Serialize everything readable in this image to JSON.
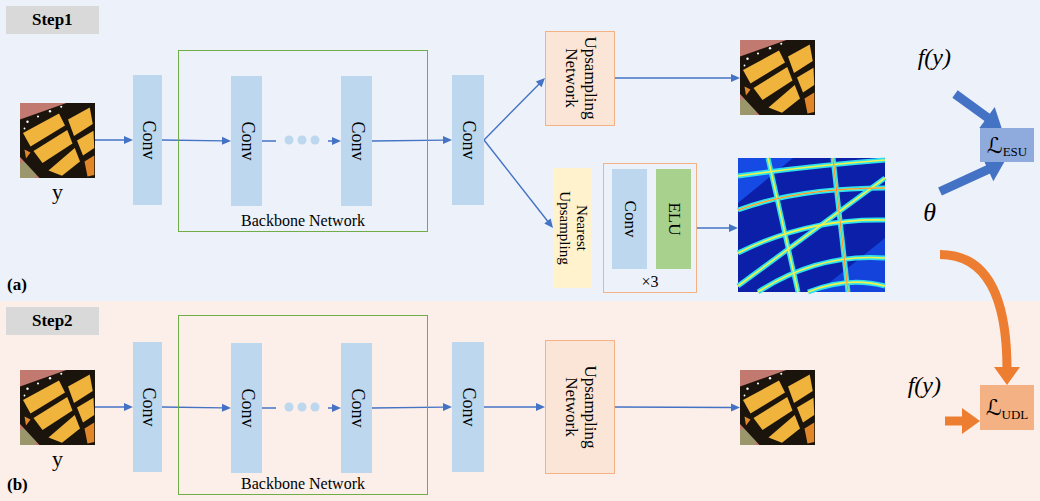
{
  "diagram": {
    "nodes": [
      {
        "text": [
          "Step1",
          "(a)"
        ]
      },
      {
        "text": [
          "y"
        ],
        "in": 0
      },
      {
        "text": [
          "Conv"
        ],
        "in": 0
      },
      {
        "text": [
          "Backbone Network"
        ],
        "in": 0
      },
      {
        "text": [
          "Conv"
        ],
        "in": 3
      },
      {
        "text": [
          "Conv"
        ],
        "in": 3
      },
      {
        "text": [
          "Conv"
        ],
        "in": 0
      },
      {
        "text": [
          "Upsampling Network"
        ],
        "in": 0
      },
      {
        "text": [
          "f(y)"
        ],
        "in": 0
      },
      {
        "text": [
          "Nearest Upsampling"
        ],
        "in": 0
      },
      {
        "text": [
          "×3"
        ],
        "in": 0
      },
      {
        "text": [
          "Conv"
        ],
        "in": 10
      },
      {
        "text": [
          "ELU"
        ],
        "in": 10
      },
      {
        "text": [
          "θ"
        ],
        "in": 0
      },
      {
        "text": [
          "ℒ",
          "ESU"
        ],
        "in": 0
      },
      {
        "text": [
          "Step2",
          "(b)"
        ]
      },
      {
        "text": [
          "y"
        ],
        "in": 15
      },
      {
        "text": [
          "Conv"
        ],
        "in": 15
      },
      {
        "text": [
          "Backbone Network"
        ],
        "in": 15
      },
      {
        "text": [
          "Conv"
        ],
        "in": 18
      },
      {
        "text": [
          "Conv"
        ],
        "in": 18
      },
      {
        "text": [
          "Conv"
        ],
        "in": 15
      },
      {
        "text": [
          "Upsampling Network"
        ],
        "in": 15
      },
      {
        "text": [
          "f(y)"
        ],
        "in": 15
      },
      {
        "text": [
          "ℒ",
          "UDL"
        ],
        "in": 15
      }
    ],
    "edges": [
      {
        "from": 1,
        "to": 2,
        "arrow": "to"
      },
      {
        "from": 2,
        "to": 4,
        "arrow": "to"
      },
      {
        "from": 4,
        "to": 5,
        "arrow": "to"
      },
      {
        "from": 5,
        "to": 6,
        "arrow": "to"
      },
      {
        "from": 6,
        "to": 7,
        "arrow": "to"
      },
      {
        "from": 6,
        "to": 9,
        "arrow": "to"
      },
      {
        "from": 7,
        "to": 8,
        "arrow": "to"
      },
      {
        "from": 10,
        "to": 13,
        "arrow": "to"
      },
      {
        "from": 8,
        "to": 14,
        "arrow": "to"
      },
      {
        "from": 13,
        "to": 14,
        "arrow": "to"
      },
      {
        "from": 13,
        "to": 24,
        "arrow": "to"
      },
      {
        "from": 16,
        "to": 17,
        "arrow": "to"
      },
      {
        "from": 17,
        "to": 19,
        "arrow": "to"
      },
      {
        "from": 19,
        "to": 20,
        "arrow": "to"
      },
      {
        "from": 20,
        "to": 21,
        "arrow": "to"
      },
      {
        "from": 21,
        "to": 22,
        "arrow": "to"
      },
      {
        "from": 22,
        "to": 23,
        "arrow": "to"
      },
      {
        "from": 23,
        "to": 24,
        "arrow": "to"
      }
    ]
  }
}
